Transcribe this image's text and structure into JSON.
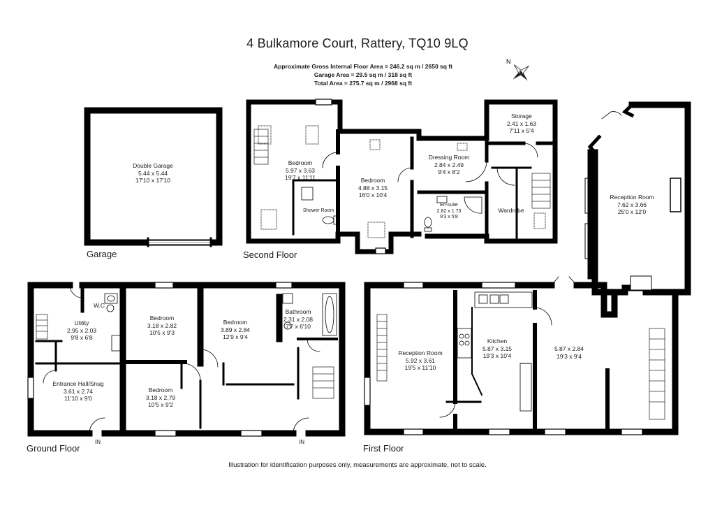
{
  "header": {
    "title": "4 Bulkamore Court, Rattery, TQ10 9LQ",
    "area_internal": "Approximate Gross Internal Floor Area  = 246.2 sq m / 2650 sq ft",
    "area_garage": "Garage Area = 29.5 sq m / 318 sq ft",
    "area_total": "Total Area = 275.7 sq m / 2968 sq ft"
  },
  "compass": {
    "label": "N"
  },
  "floors": {
    "garage": "Garage",
    "second": "Second Floor",
    "ground": "Ground Floor",
    "first": "First Floor"
  },
  "rooms": {
    "double_garage": {
      "name": "Double Garage",
      "metric": "5.44 x 5.44",
      "imperial": "17'10 x 17'10"
    },
    "bed_sf_1": {
      "name": "Bedroom",
      "metric": "5.97 x 3.63",
      "imperial": "19'7 x 11'11"
    },
    "shower": {
      "name": "Shower Room"
    },
    "bed_sf_2": {
      "name": "Bedroom",
      "metric": "4.88 x 3.15",
      "imperial": "16'0 x 10'4"
    },
    "dressing": {
      "name": "Dressing Room",
      "metric": "2.84 x 2.49",
      "imperial": "9'4 x 8'2"
    },
    "ensuite": {
      "name": "En-suite",
      "metric": "2.82 x 1.73",
      "imperial": "9'3 x 5'8"
    },
    "storage": {
      "name": "Storage",
      "metric": "2.41 x 1.63",
      "imperial": "7'11 x 5'4"
    },
    "wardrobe": {
      "name": "Wardrobe"
    },
    "reception_upper": {
      "name": "Reception Room",
      "metric": "7.62 x 3.66",
      "imperial": "25'0 x 12'0"
    },
    "wc": {
      "name": "W.C"
    },
    "utility": {
      "name": "Utility",
      "metric": "2.95 x 2.03",
      "imperial": "9'8 x 6'8"
    },
    "bed_gf_1": {
      "name": "Bedroom",
      "metric": "3.18 x 2.82",
      "imperial": "10'5 x 9'3"
    },
    "bed_gf_2": {
      "name": "Bedroom",
      "metric": "3.89 x 2.84",
      "imperial": "12'9 x 9'4"
    },
    "bathroom": {
      "name": "Bathroom",
      "metric": "2.31 x 2.08",
      "imperial": "7'7 x 6'10"
    },
    "entrance": {
      "name": "Entrance Hall/Snug",
      "metric": "3.61 x 2.74",
      "imperial": "11'10 x 9'0"
    },
    "bed_gf_3": {
      "name": "Bedroom",
      "metric": "3.18 x 2.79",
      "imperial": "10'5 x 9'2"
    },
    "reception_ff": {
      "name": "Reception Room",
      "metric": "5.92 x 3.61",
      "imperial": "19'5 x 11'10"
    },
    "kitchen": {
      "name": "Kitchen",
      "metric": "5.87 x 3.15",
      "imperial": "19'3 x 10'4"
    },
    "dining": {
      "metric": "5.87 x 2.84",
      "imperial": "19'3 x 9'4"
    }
  },
  "entries": {
    "in_1": "IN",
    "in_2": "IN"
  },
  "footer": "Illustration for identification purposes only, measurements are approximate, not to scale."
}
